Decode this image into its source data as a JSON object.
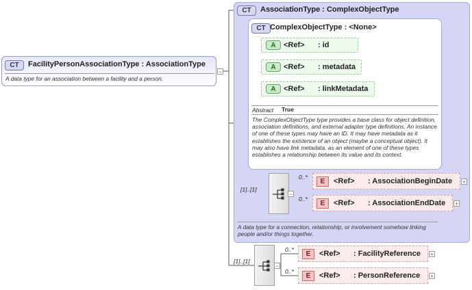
{
  "root": {
    "badge": "CT",
    "title": "FacilityPersonAssociationType : AssociationType",
    "doc": "A data type for an association between a facility and a person."
  },
  "association_type": {
    "badge": "CT",
    "title": "AssociationType : ComplexObjectType",
    "doc": "A data type for a connection, relationship, or involvement somehow linking people and/or things together.",
    "sequence_occurrence": "[1]..[1]",
    "elements": [
      {
        "badge": "E",
        "ref": "<Ref>",
        "name": ": AssociationBeginDate",
        "occurrence": "0..*"
      },
      {
        "badge": "E",
        "ref": "<Ref>",
        "name": ": AssociationEndDate",
        "occurrence": "0..*"
      }
    ]
  },
  "complex_object_type": {
    "badge": "CT",
    "title": "ComplexObjectType : <None>",
    "attributes": [
      {
        "badge": "A",
        "ref": "<Ref>",
        "name": ": id"
      },
      {
        "badge": "A",
        "ref": "<Ref>",
        "name": ": metadata"
      },
      {
        "badge": "A",
        "ref": "<Ref>",
        "name": ": linkMetadata"
      }
    ],
    "abstract_label": "Abstract",
    "abstract_value": "True",
    "doc": "The ComplexObjectType type provides a base class for object definition, association definitions, and external adapter type definitions. An instance of one of these types may have an ID. It may have metadata as it establishes the existence of an object (maybe a conceptual object). It may also have link metadata, as an element of one of these types establishes a relationship between its value and its context."
  },
  "derived_sequence": {
    "occurrence": "[1]..[1]",
    "elements": [
      {
        "badge": "E",
        "ref": "<Ref>",
        "name": ": FacilityReference",
        "occurrence": "0..*"
      },
      {
        "badge": "E",
        "ref": "<Ref>",
        "name": ": PersonReference",
        "occurrence": "0..*"
      }
    ]
  },
  "colors": {
    "complex_type_bg": "#d5d5f5",
    "attribute_bg": "#effaef",
    "element_bg": "#fbecec"
  }
}
